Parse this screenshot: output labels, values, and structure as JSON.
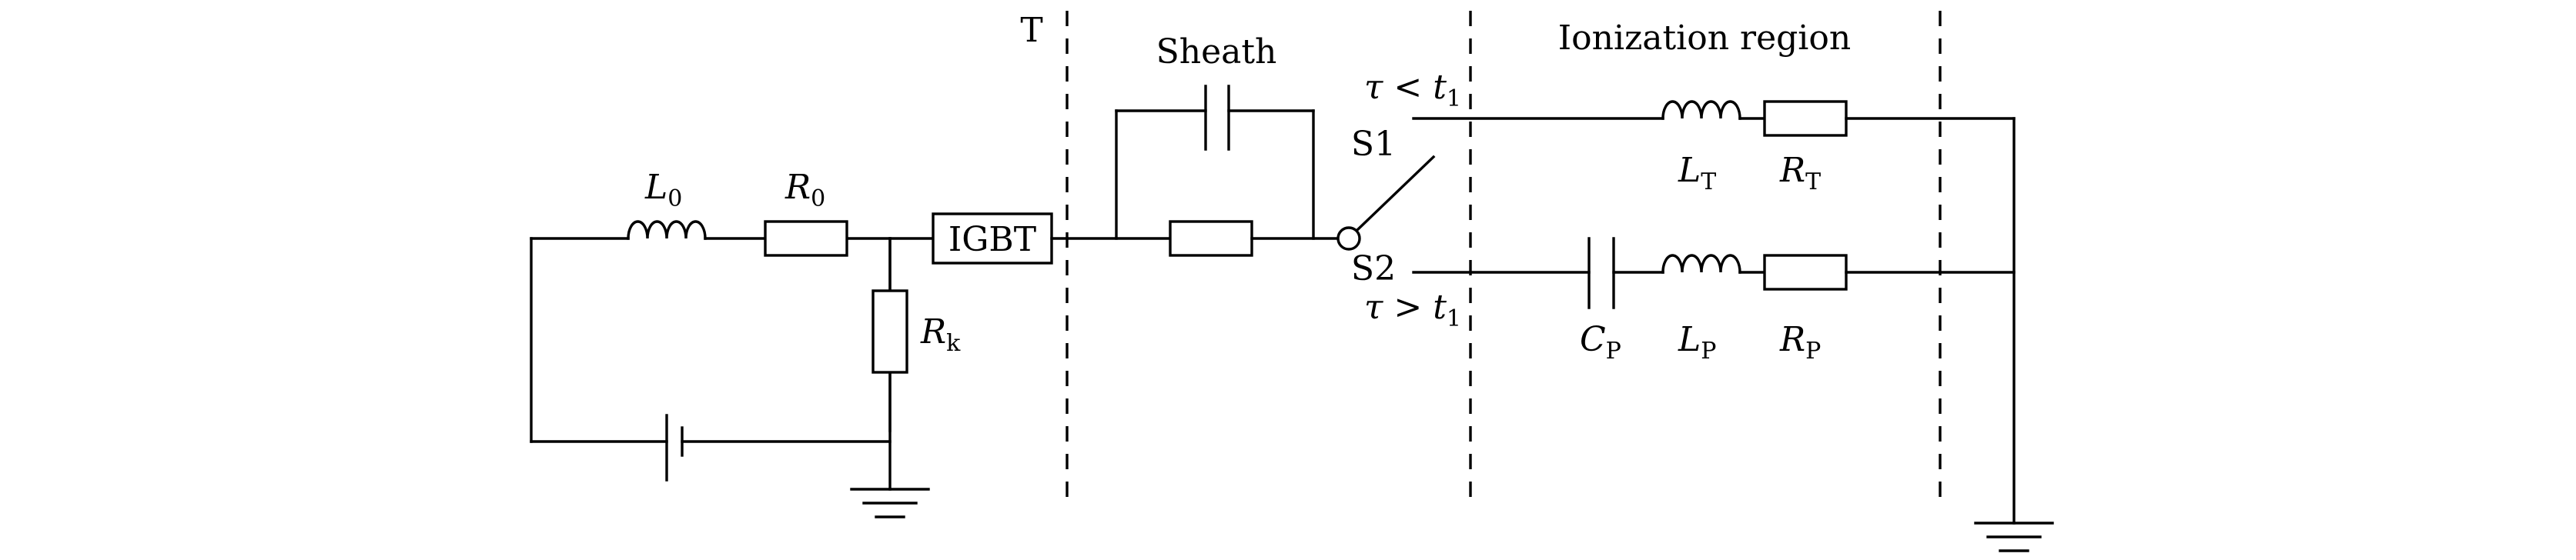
{
  "labels": {
    "T": "T",
    "sheath": "Sheath",
    "ionization_region": "Ionization region",
    "igbt": "IGBT",
    "s1": "S1",
    "s2": "S2",
    "tau_lt": "τ < ",
    "tau_gt": "τ > ",
    "t_sym": "t",
    "t_sub": "1",
    "l0": "L",
    "l0_sub": "0",
    "r0": "R",
    "r0_sub": "0",
    "rk": "R",
    "rk_sub": "k",
    "lt": "L",
    "lt_sub": "T",
    "rt": "R",
    "rt_sub": "T",
    "cp": "C",
    "cp_sub": "P",
    "lp": "L",
    "lp_sub": "P",
    "rp": "R",
    "rp_sub": "P"
  },
  "colors": {
    "stroke": "#000000",
    "background": "#ffffff"
  }
}
